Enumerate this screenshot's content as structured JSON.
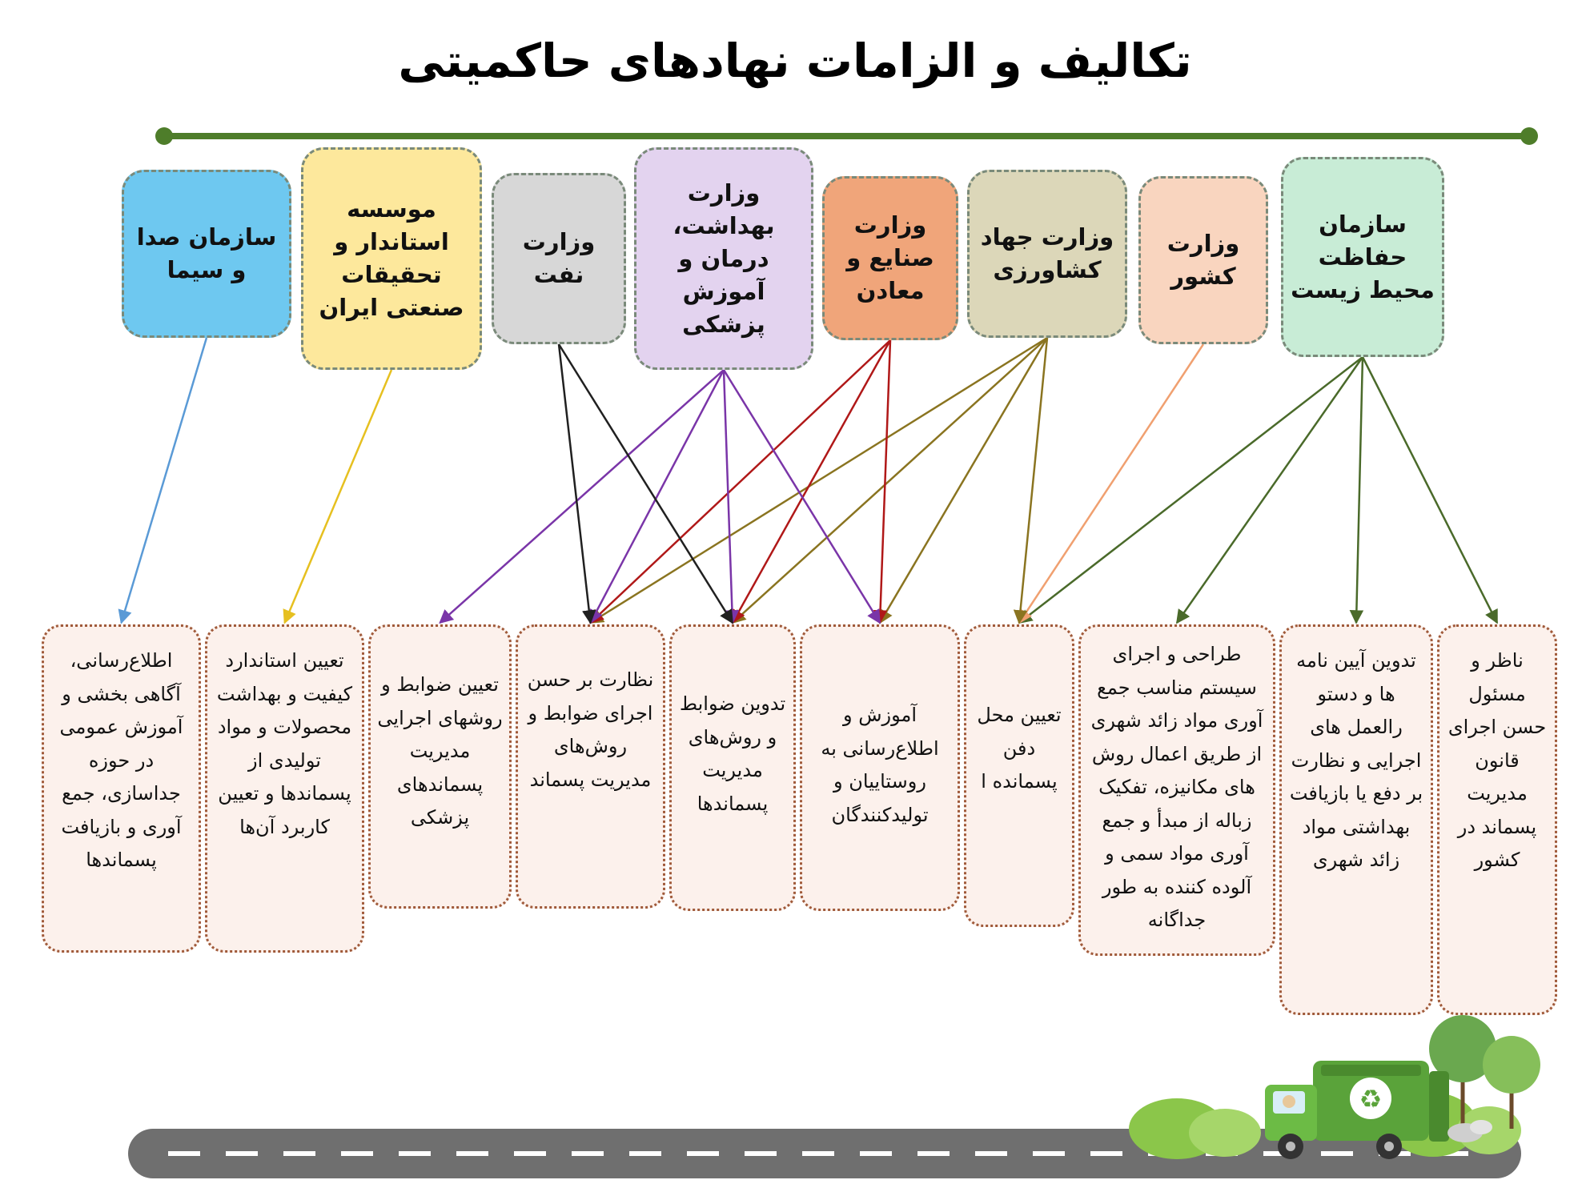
{
  "title": "تکالیف و الزامات نهادهای حاکمیتی",
  "colors": {
    "timeline": "#4e7d2a",
    "environment": "#c8ecd6",
    "interior": "#f9d5bf",
    "agriculture": "#dcd7b9",
    "industry": "#f0a57a",
    "health": "#e3d3ef",
    "oil": "#d7d7d7",
    "standard": "#fde89c",
    "broadcast": "#6ec8f0",
    "duty_box": "#fcf1ec"
  },
  "organizations": [
    {
      "id": "environment",
      "label": "سازمان حفاظت محیط زیست"
    },
    {
      "id": "interior",
      "label": "وزارت کشور"
    },
    {
      "id": "agriculture",
      "label": "وزارت جهاد کشاورزی"
    },
    {
      "id": "industry",
      "label": "وزارت صنایع و معادن"
    },
    {
      "id": "health",
      "label": "وزارت بهداشت، درمان و آموزش پزشکی"
    },
    {
      "id": "oil",
      "label": "وزارت نفت"
    },
    {
      "id": "standard",
      "label": "موسسه استاندار و تحقیقات صنعتی ایران"
    },
    {
      "id": "broadcast",
      "label": "سازمان صدا و سیما"
    }
  ],
  "duties": [
    {
      "id": "d1",
      "label": "ناظر و مسئول حسن اجرای قانون مدیریت پسماند در کشور"
    },
    {
      "id": "d2",
      "label": "تدوین آیین نامه ها و دستو رالعمل های اجرایی و نظارت بر دفع یا بازیافت بهداشتی مواد زائد شهری"
    },
    {
      "id": "d3",
      "label": "طراحی و اجرای سیستم مناسب جمع آوری مواد زائد شهری از طریق اعمال روش های مکانیزه، تفکیک زباله از مبدأ و جمع آوری مواد سمی و آلوده کننده به طور جداگانه"
    },
    {
      "id": "d4",
      "label": "تعیین محل دفن پسمانده ا"
    },
    {
      "id": "d5",
      "label": "آموزش و اطلاع‌رسانی به روستاییان و تولیدکنندگان"
    },
    {
      "id": "d6",
      "label": "تدوین ضوابط و روش‌های مدیریت پسماندها"
    },
    {
      "id": "d7",
      "label": "نظارت بر حسن اجرای ضوابط و روش‌های مدیریت پسماند"
    },
    {
      "id": "d8",
      "label": "تعیین ضوابط و روشهای اجرایی مدیریت پسماندهای پزشکی"
    },
    {
      "id": "d9",
      "label": "تعیین استاندارد کیفیت و بهداشت محصولات و مواد تولیدی از پسماندها و تعیین کاربرد آن‌ها"
    },
    {
      "id": "d10",
      "label": "اطلاع‌رسانی، آگاهی بخشی و آموزش عمومی در حوزه جداسازی، جمع آوری و بازیافت پسماندها"
    }
  ],
  "links": [
    {
      "from": "environment",
      "to": [
        "d1",
        "d2",
        "d3",
        "d4"
      ],
      "color": "#4a6a2a"
    },
    {
      "from": "interior",
      "to": [
        "d4"
      ],
      "color": "#f0a070"
    },
    {
      "from": "agriculture",
      "to": [
        "d4",
        "d5",
        "d6",
        "d7"
      ],
      "color": "#8a7420"
    },
    {
      "from": "industry",
      "to": [
        "d5",
        "d6",
        "d7"
      ],
      "color": "#b01818"
    },
    {
      "from": "health",
      "to": [
        "d5",
        "d6",
        "d7",
        "d8"
      ],
      "color": "#7a35a8"
    },
    {
      "from": "oil",
      "to": [
        "d6",
        "d7"
      ],
      "color": "#202020"
    },
    {
      "from": "standard",
      "to": [
        "d9"
      ],
      "color": "#e6c020"
    },
    {
      "from": "broadcast",
      "to": [
        "d10"
      ],
      "color": "#5a9ad6"
    }
  ],
  "illustration": {
    "truck_icon": "garbage-truck-icon",
    "recycle_icon": "recycle-icon",
    "tree_icon": "tree-icon"
  }
}
